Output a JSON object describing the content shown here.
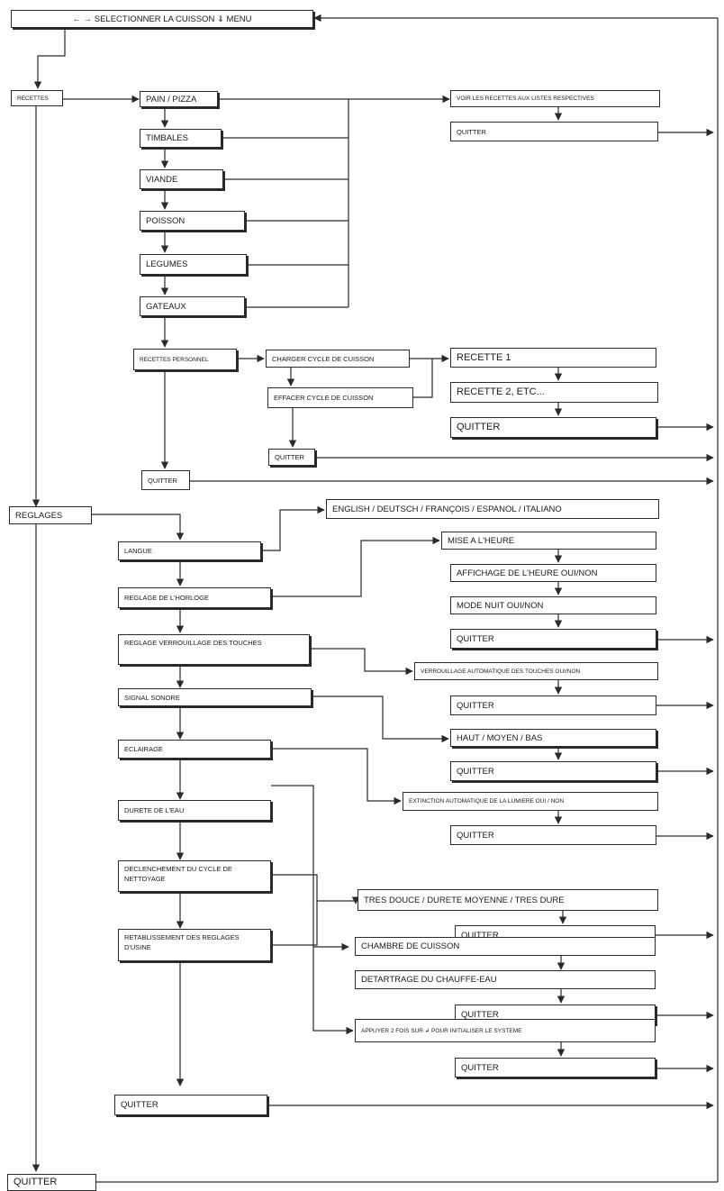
{
  "boxes": {
    "main": "← → SELECTIONNER LA CUISSON    ⇓ MENU",
    "recettes": "RECETTES",
    "pain_pizza": "PAIN / PIZZA",
    "timbales": "TIMBALES",
    "viande": "VIANDE",
    "poisson": "POISSON",
    "legumes": "LEGUMES",
    "gateaux": "GATEAUX",
    "voir_recettes": "VOIR LES RECETTES AUX LISTES RESPECTIVES",
    "quitter_recettes": "QUITTER",
    "recettes_personnel": "RECETTES PERSONNEL",
    "charger_cycle": "CHARGER CYCLE DE CUISSON",
    "effacer_cycle": "EFFACER CYCLE DE CUISSON",
    "recette1": "RECETTE 1",
    "recette2": "RECETTE 2, ETC...",
    "quitter_recette_list": "QUITTER",
    "quitter_personnel_sub": "QUITTER",
    "quitter_recettes_section": "QUITTER",
    "reglages": "REGLAGES",
    "langue": "LANGUE",
    "languages": "ENGLISH / DEUTSCH / FRANÇOIS / ESPANOL / ITALIANO",
    "horloge": "REGLAGE DE L'HORLOGE",
    "mise_heure": "MISE A L'HEURE",
    "affichage_heure": "AFFICHAGE DE L'HEURE  OUI/NON",
    "mode_nuit": "MODE NUIT  OUI/NON",
    "quitter_horloge": "QUITTER",
    "verrouillage": "REGLAGE VERROUILLAGE DES TOUCHES",
    "verrouillage_auto": "VERROUILLAGE AUTOMATIQUE DES TOUCHES OUI/NON",
    "quitter_verrouillage": "QUITTER",
    "signal": "SIGNAL SONORE",
    "haut_moyen_bas": "HAUT / MOYEN / BAS",
    "quitter_signal": "QUITTER",
    "eclairage": "ECLAIRAGE",
    "extinction": "EXTINCTION AUTOMATIQUE DE LA LUMIERE OUI / NON",
    "quitter_eclairage": "QUITTER",
    "durete": "DURETE DE L'EAU",
    "tres_douce": "TRES DOUCE / DURETE MOYENNE / TRES DURE",
    "quitter_durete": "QUITTER",
    "declenchement": "DECLENCHEMENT DU CYCLE DE NETTOYAGE",
    "chambre": "CHAMBRE DE CUISSON",
    "detartrage": "DETARTRAGE DU CHAUFFE-EAU",
    "quitter_declenchement": "QUITTER",
    "retablissement": "RETABLISSEMENT DES REGLAGES D'USINE",
    "appuyer": "APPUYER 2 FOIS SUR ↲ POUR INITIALISER LE SYSTEME",
    "quitter_retablissement": "QUITTER",
    "quitter_reglages": "QUITTER",
    "quitter_final": "QUITTER"
  }
}
